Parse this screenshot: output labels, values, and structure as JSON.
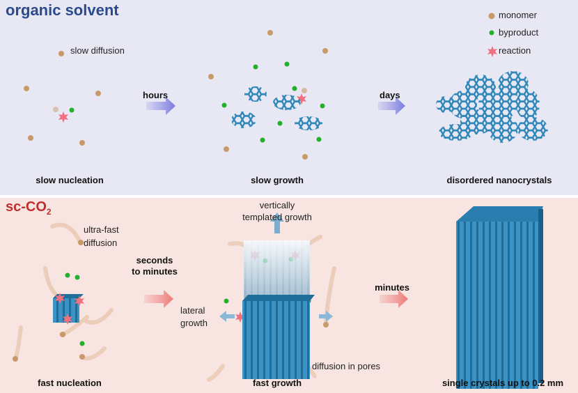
{
  "top_panel": {
    "title": "organic solvent",
    "legend": {
      "monomer": "monomer",
      "byproduct": "byproduct",
      "reaction": "reaction"
    },
    "slow_diffusion": "slow diffusion",
    "arrow1": "hours",
    "arrow2": "days",
    "stage1": "slow nucleation",
    "stage2": "slow growth",
    "stage3": "disordered nanocrystals"
  },
  "bottom_panel": {
    "title_main": "sc-CO",
    "title_sub": "2",
    "ultra_fast_1": "ultra-fast",
    "ultra_fast_2": "diffusion",
    "vertical_1": "vertically",
    "vertical_2": "templated growth",
    "arrow1_1": "seconds",
    "arrow1_2": "to minutes",
    "arrow2": "minutes",
    "lateral_1": "lateral",
    "lateral_2": "growth",
    "pores": "diffusion in pores",
    "stage1": "fast nucleation",
    "stage2": "fast growth",
    "stage3": "single crystals up to 0.2 mm"
  },
  "colors": {
    "top_title": "#2a4a8e",
    "bottom_title": "#c0302a",
    "monomer": "#c89a6a",
    "byproduct": "#22b02a",
    "reaction": "#f07080",
    "crystal": "#2f86b8"
  }
}
